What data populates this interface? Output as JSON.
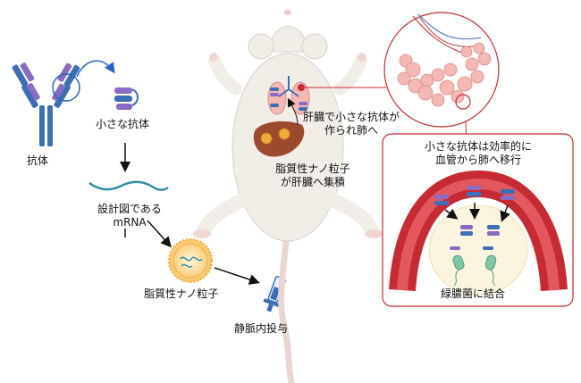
{
  "labels": {
    "antibody": "抗体",
    "small_antibody": "小さな抗体",
    "design_mrna_line1": "設計図である",
    "design_mrna_line2": "mRNA",
    "lnp": "脂質性ナノ粒子",
    "iv_injection": "静脈内投与",
    "lnp_liver_line1": "脂質性ナノ粒子",
    "lnp_liver_line2": "が肝臓へ集積",
    "liver_make_line1": "肝臓で小さな抗体が",
    "liver_make_line2": "作られ肺へ",
    "efficient_line1": "小さな抗体は効率的に",
    "efficient_line2": "血管から肺へ移行",
    "bind_pseudomonas": "緑膿菌に結合"
  },
  "colors": {
    "antibody_blue": "#3d6fb6",
    "antibody_purple": "#8a6bc4",
    "arrow_blue": "#2a62c9",
    "vessel_red": "#c62a32",
    "lnp_orange": "#f2a93b",
    "liver_brown": "#9b4a2e",
    "lung_pink": "#f4b9b5",
    "bacteria_green": "#7fc6a4"
  }
}
